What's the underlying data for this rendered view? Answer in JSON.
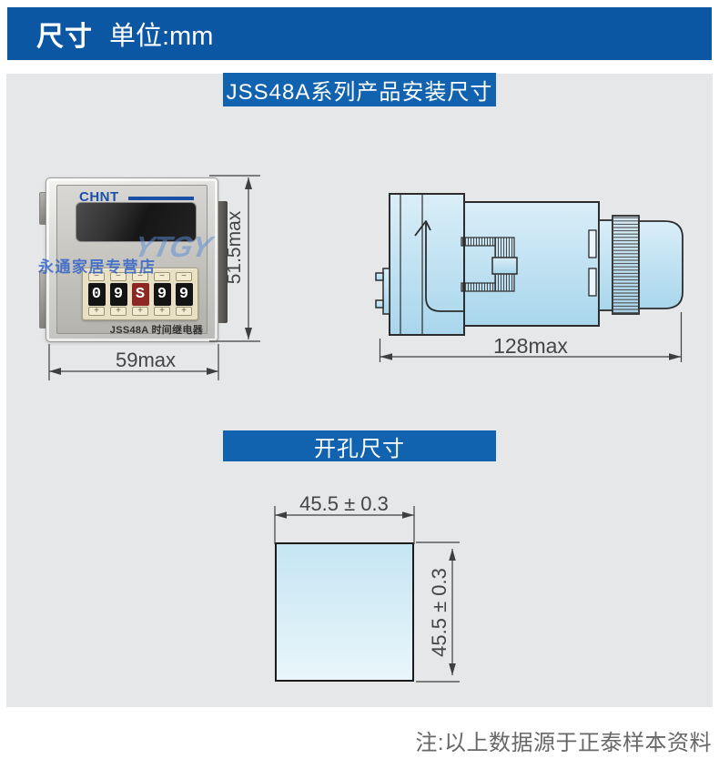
{
  "header": {
    "title": "尺寸",
    "unit": "单位:mm"
  },
  "banners": {
    "install": "JSS48A系列产品安装尺寸",
    "cutout": "开孔尺寸"
  },
  "device": {
    "brand": "CHNT",
    "model_label": "JSS48A 时间继电器",
    "digits": [
      "0",
      "9",
      "S",
      "9",
      "9"
    ],
    "wheel_minus": "−",
    "wheel_plus": "+",
    "watermark_store": "永通家居专营店",
    "watermark_logo": "YTGY"
  },
  "dimensions": {
    "front_height": "51.5max",
    "front_width": "59max",
    "side_length": "128max",
    "cutout_width": "45.5 ± 0.3",
    "cutout_height": "45.5 ± 0.3"
  },
  "note": "注:以上数据源于正泰样本资料",
  "colors": {
    "header_blue": "#0c57a4",
    "banner_blue": "#1162af",
    "panel_gray": "#e5e7e9",
    "drawing_fill_top": "#daeef8",
    "drawing_fill_bottom": "#a8d6ec",
    "digit_s_red": "#8c2723",
    "brand_blue": "#1b50a8",
    "dim_text_gray": "#454545"
  }
}
